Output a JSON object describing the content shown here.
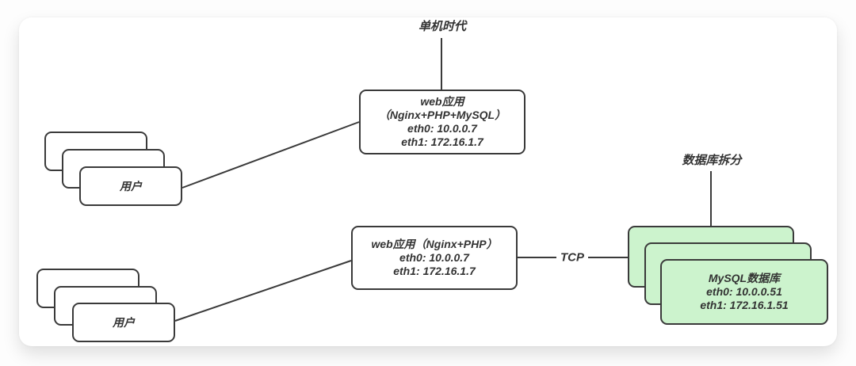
{
  "top_section": {
    "title": "单机时代",
    "web_app_box": {
      "lines": [
        "web应用",
        "（Nginx+PHP+MySQL）",
        "eth0: 10.0.0.7",
        "eth1: 172.16.1.7"
      ]
    },
    "users_box": {
      "label": "用户"
    }
  },
  "bottom_section": {
    "title": "数据库拆分",
    "web_app_box": {
      "lines": [
        "web应用（Nginx+PHP）",
        "eth0: 10.0.0.7",
        "eth1: 172.16.1.7"
      ]
    },
    "users_box": {
      "label": "用户"
    },
    "connection_label": "TCP",
    "mysql_box": {
      "lines": [
        "MySQL数据库",
        "eth0: 10.0.0.51",
        "eth1: 172.16.1.51"
      ]
    }
  },
  "colors": {
    "stroke": "#3a3a3a",
    "text": "#333333",
    "node_fill": "#ffffff",
    "mysql_fill": "#ccf3cd",
    "card_bg": "#ffffff"
  }
}
